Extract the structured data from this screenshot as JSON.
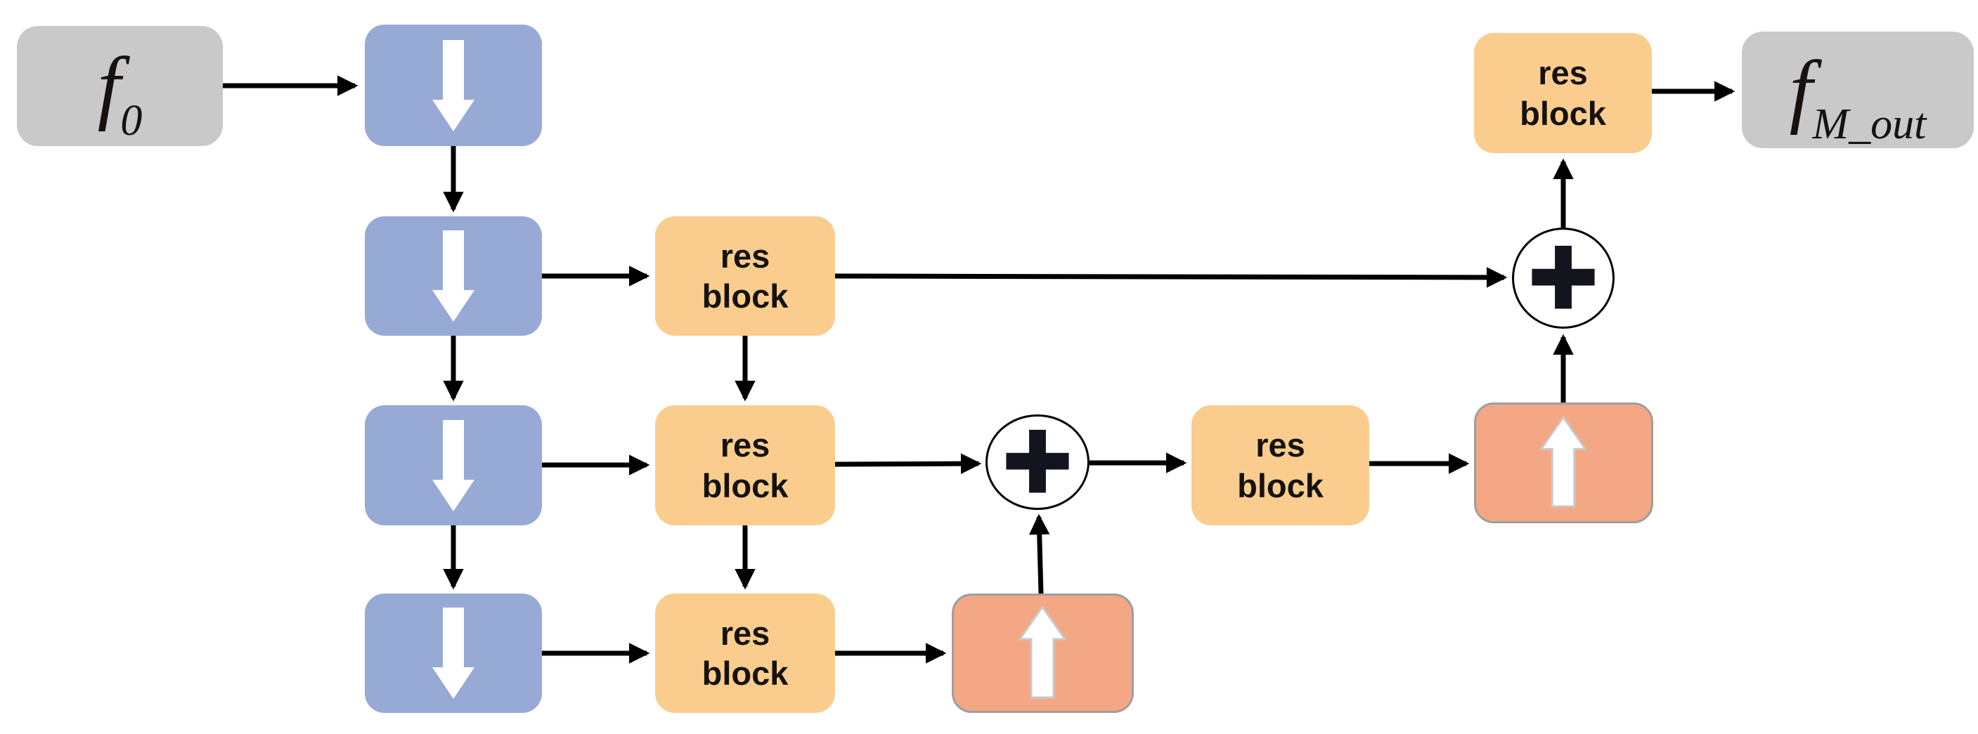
{
  "diagram": {
    "type": "flow-diagram",
    "description": "U-Net style encoder-decoder block diagram with residual blocks and skip connections",
    "nodes": {
      "input": {
        "base": "f",
        "sub": "0"
      },
      "output": {
        "base": "f",
        "sub": "M_out"
      },
      "res_block": {
        "line1": "res",
        "line2": "block"
      },
      "sum": {
        "symbol": "+"
      },
      "down_block_icon": "down-arrow",
      "up_block_icon": "up-arrow",
      "sum_icon": "plus"
    },
    "counts": {
      "down_blocks": 4,
      "res_blocks": 5,
      "up_blocks": 2,
      "sum_nodes": 2
    },
    "colors": {
      "io_fill": "#c9c9c9",
      "down_fill": "#97a9d5",
      "res_fill": "#facd8e",
      "up_fill": "#f4a784",
      "up_border": "#9e9e9e",
      "sum_border": "#000000",
      "arrow": "#000000",
      "text": "#151210",
      "plus": "#12151e"
    }
  }
}
